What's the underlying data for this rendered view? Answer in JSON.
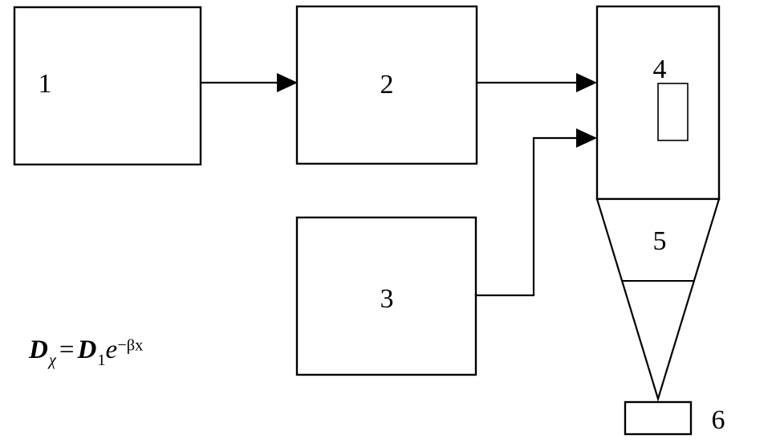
{
  "diagram": {
    "type": "process-flow-diagram",
    "background_color": "#ffffff",
    "line_color": "#000000",
    "units": [
      {
        "id": "unit-1",
        "label": "1",
        "shape": "rectangle"
      },
      {
        "id": "unit-2",
        "label": "2",
        "shape": "rectangle"
      },
      {
        "id": "unit-3",
        "label": "3",
        "shape": "rectangle"
      },
      {
        "id": "unit-4",
        "label": "4",
        "shape": "cylinder-body"
      },
      {
        "id": "unit-5",
        "label": "5",
        "shape": "cone"
      },
      {
        "id": "unit-6",
        "label": "6",
        "shape": "rectangle"
      }
    ],
    "connections": [
      {
        "from": "1",
        "to": "2",
        "style": "arrow"
      },
      {
        "from": "2",
        "to": "4",
        "style": "arrow"
      },
      {
        "from": "3",
        "to": "4",
        "style": "elbow-arrow"
      },
      {
        "from": "5",
        "to": "6",
        "style": "apex-contact"
      }
    ],
    "equation": {
      "lhs_symbol": "D",
      "lhs_subscript": "χ",
      "operator": "=",
      "rhs_symbol": "D",
      "rhs_subscript": "1",
      "exponential_base": "e",
      "exponent": "−βx",
      "plain_text": "Dχ = D1e−βx"
    }
  }
}
